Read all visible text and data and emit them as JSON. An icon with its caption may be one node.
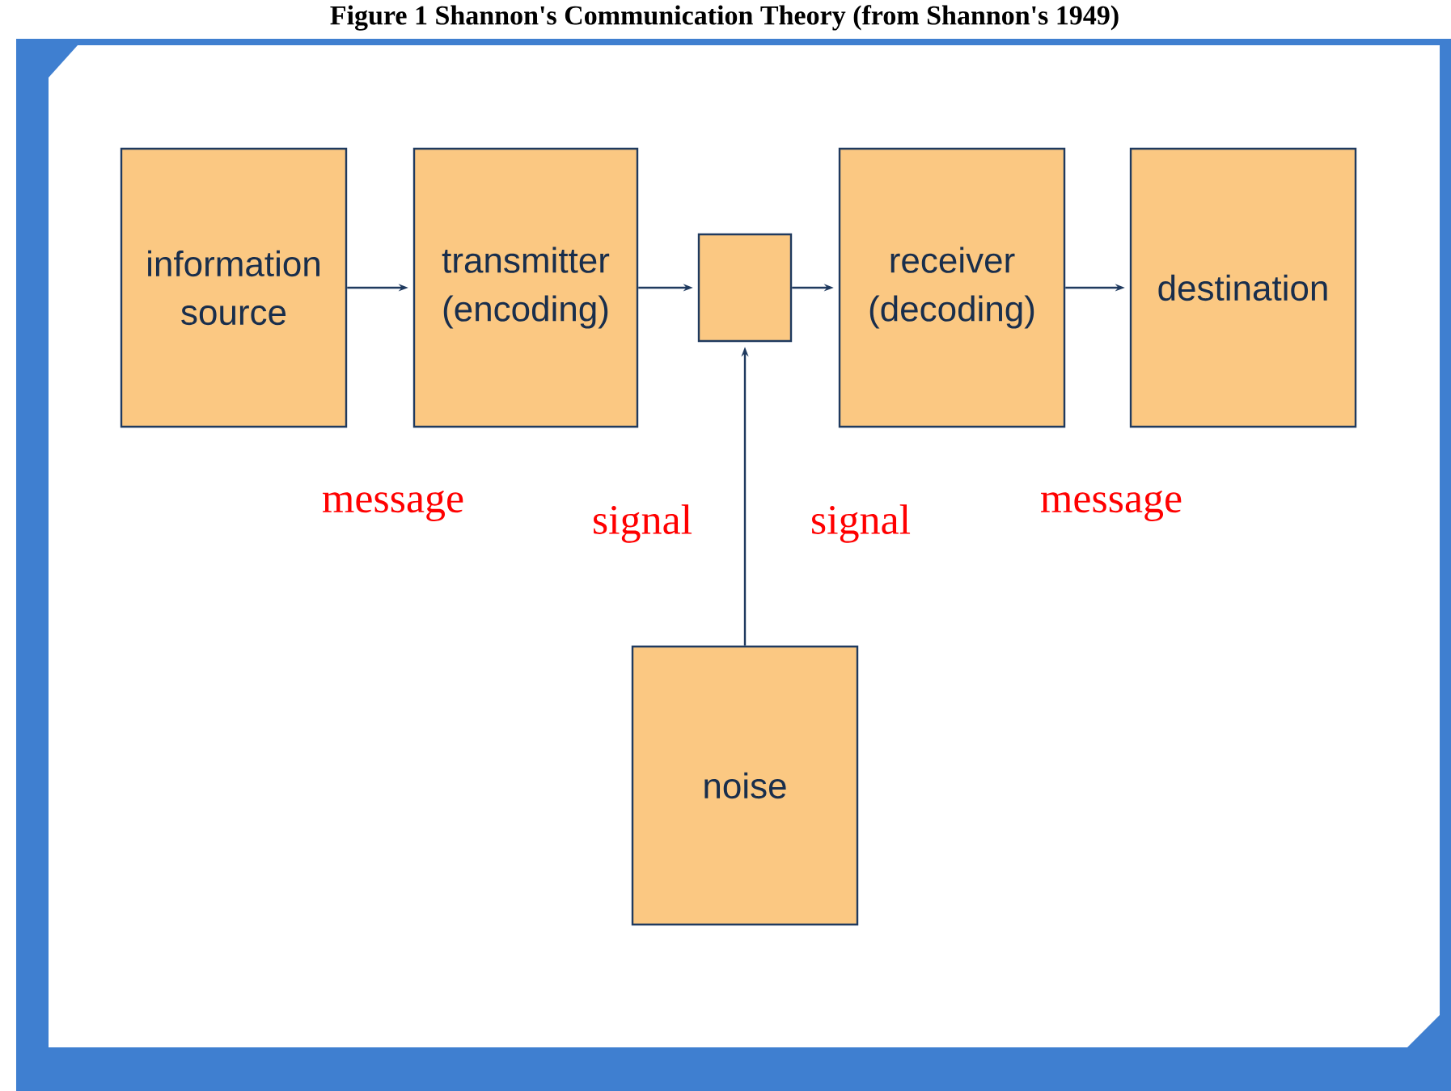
{
  "diagram": {
    "title": "Figure 1 Shannon's Communication Theory (from Shannon's 1949)",
    "nodes": [
      {
        "text": [
          "information source"
        ]
      },
      {
        "text": [
          "transmitter (encoding)"
        ]
      },
      {
        "text": [],
        "shape": "box"
      },
      {
        "text": [
          "receiver (decoding)"
        ]
      },
      {
        "text": [
          "destination"
        ]
      },
      {
        "text": [
          "noise"
        ]
      }
    ],
    "edges": [
      {
        "from": 0,
        "to": 1,
        "arrow": "to"
      },
      {
        "from": 1,
        "to": 2,
        "arrow": "to"
      },
      {
        "from": 2,
        "to": 3,
        "arrow": "to"
      },
      {
        "from": 3,
        "to": 4,
        "arrow": "to"
      },
      {
        "from": 5,
        "to": 2,
        "arrow": "to"
      }
    ],
    "labels": [
      "message",
      "signal",
      "signal",
      "message"
    ]
  }
}
